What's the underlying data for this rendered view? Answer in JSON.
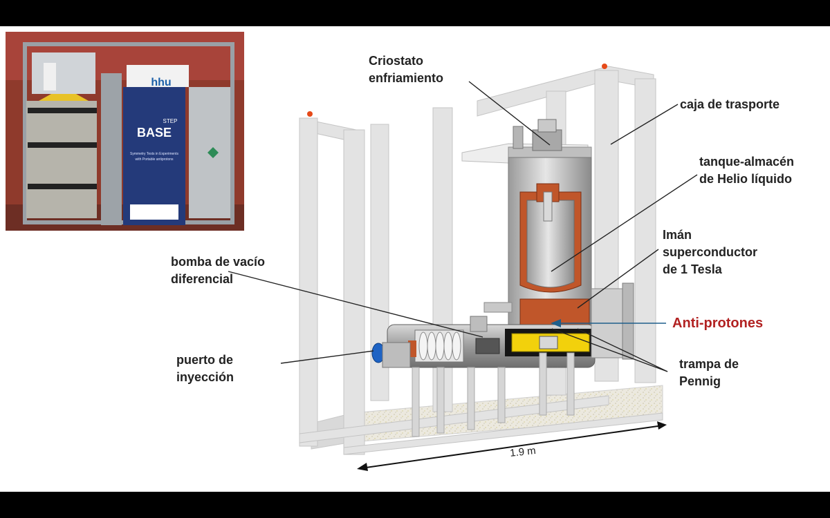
{
  "labels": {
    "cryostat": "Criostato\nenfriamiento",
    "box": "caja de trasporte",
    "tank": "tanque-almacén\nde Helio líquido",
    "magnet": "Imán\nsuperconductor\nde 1 Tesla",
    "pump": "bomba de vacío\ndiferencial",
    "antiprotons": "Anti-protones",
    "port": "puerto de\ninyección",
    "trap": "trampa de\nPennig",
    "dimension": "1.9 m"
  },
  "photo": {
    "logo_hhu": "hhu",
    "banner_title": "BASE",
    "banner_step": "STEP",
    "banner_subtitle_1": "Symmetry Tests in Experiments",
    "banner_subtitle_2": "with Portable antiprotons"
  },
  "colors": {
    "accent_red": "#b22222",
    "copper": "#c0562a",
    "yellow": "#f2d10c",
    "pointer_blue": "#1f5f8b",
    "frame_gray": "#e3e3e3",
    "banner_blue": "#243a7a"
  }
}
